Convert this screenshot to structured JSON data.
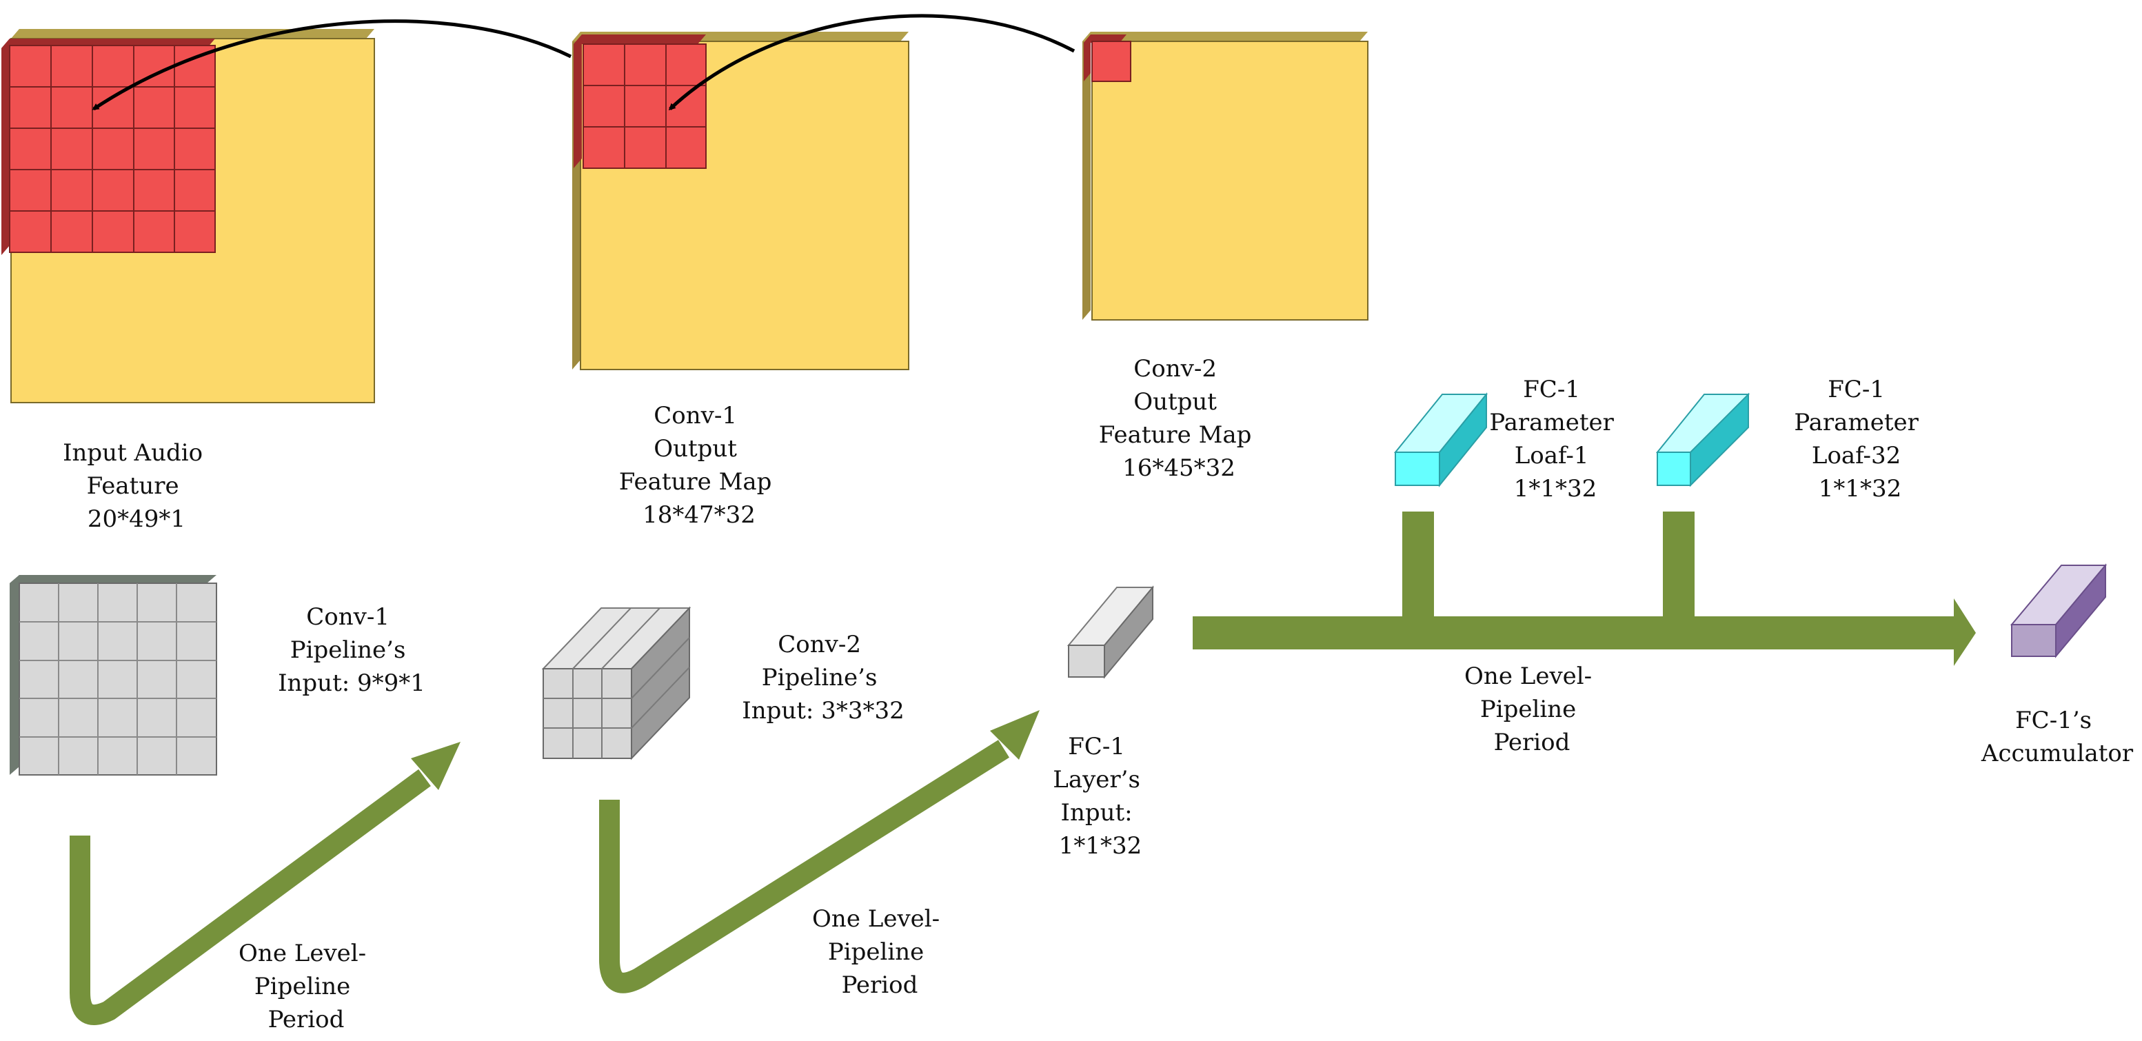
{
  "colors": {
    "feature_map_face": "#fcd96a",
    "feature_map_side": "#9e8a3e",
    "feature_map_top": "#b3a04b",
    "window_red": "#f05050",
    "window_red_dark": "#9e2b2b",
    "gray_face": "#d8d8d8",
    "gray_side": "#9a9a9a",
    "gray_dark_side": "#6f7a70",
    "arrow_green": "#76923c",
    "cyan_face": "#66ffff",
    "cyan_side": "#2bbfc6",
    "purple_face": "#b3a2c7",
    "purple_side": "#8064a2"
  },
  "feature_maps": {
    "input": {
      "lines": [
        "Input Audio",
        "Feature",
        "20*49*1"
      ]
    },
    "conv1_out": {
      "lines": [
        "Conv-1",
        "Output",
        "Feature Map",
        "18*47*32"
      ]
    },
    "conv2_out": {
      "lines": [
        "Conv-2",
        "Output",
        "Feature Map",
        "16*45*32"
      ]
    }
  },
  "pipeline_inputs": {
    "conv1": {
      "lines": [
        "Conv-1",
        "Pipeline’s",
        "Input: 9*9*1"
      ]
    },
    "conv2": {
      "lines": [
        "Conv-2",
        "Pipeline’s",
        "Input: 3*3*32"
      ]
    },
    "fc1": {
      "lines": [
        "FC-1",
        "Layer’s",
        "Input:",
        "1*1*32"
      ]
    }
  },
  "fc_parameters": {
    "loaf1": {
      "lines": [
        "FC-1",
        "Parameter",
        "Loaf-1",
        "1*1*32"
      ]
    },
    "loaf32": {
      "lines": [
        "FC-1",
        "Parameter",
        "Loaf-32",
        "1*1*32"
      ]
    }
  },
  "accumulator": {
    "lines": [
      "FC-1’s",
      "Accumulator"
    ]
  },
  "periods": {
    "period1": {
      "lines": [
        "One Level-",
        "Pipeline",
        "Period"
      ]
    },
    "period2": {
      "lines": [
        "One Level-",
        "Pipeline",
        "Period"
      ]
    },
    "period3": {
      "lines": [
        "One Level-",
        "Pipeline",
        "Period"
      ]
    }
  }
}
